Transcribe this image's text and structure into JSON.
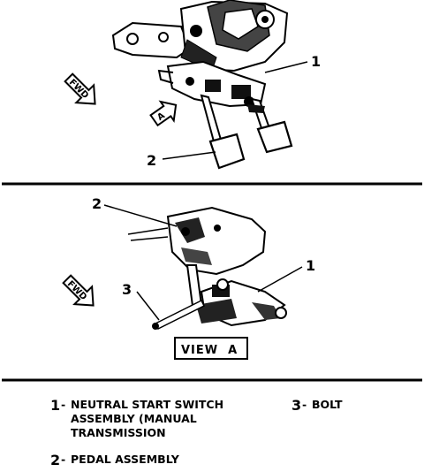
{
  "top_view": {
    "callouts": [
      {
        "number": "1"
      },
      {
        "number": "2"
      }
    ],
    "fwd_label": "FWD",
    "view_marker": "A"
  },
  "view_a": {
    "callouts": [
      {
        "number": "2"
      },
      {
        "number": "1"
      },
      {
        "number": "3"
      }
    ],
    "fwd_label": "FWD",
    "title": "VIEW  A"
  },
  "legend": {
    "items": [
      {
        "number": "1",
        "dash": "-",
        "lines": [
          "NEUTRAL START SWITCH",
          "ASSEMBLY (MANUAL",
          "TRANSMISSION"
        ]
      },
      {
        "number": "3",
        "dash": "-",
        "lines": [
          "BOLT"
        ]
      },
      {
        "number": "2",
        "dash": "-",
        "lines": [
          "PEDAL ASSEMBLY"
        ]
      }
    ]
  }
}
